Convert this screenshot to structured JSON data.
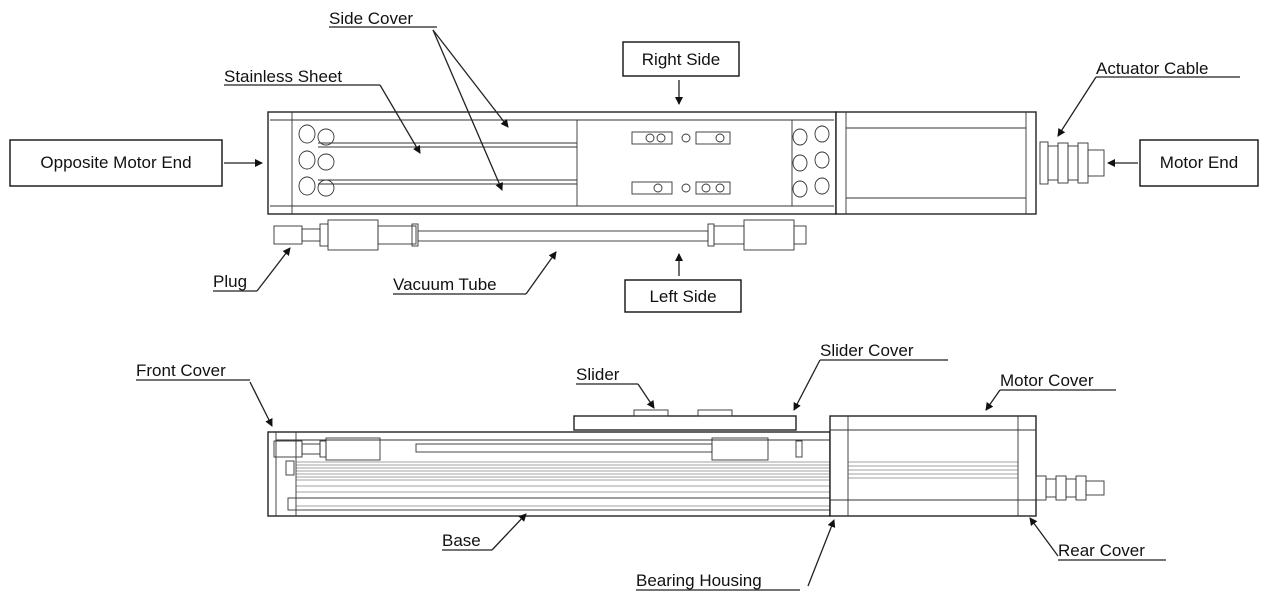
{
  "labels": {
    "side_cover": "Side Cover",
    "right_side": "Right Side",
    "actuator_cable": "Actuator Cable",
    "stainless_sheet": "Stainless Sheet",
    "opposite_motor_end": "Opposite Motor End",
    "motor_end": "Motor End",
    "plug": "Plug",
    "vacuum_tube": "Vacuum Tube",
    "left_side": "Left Side",
    "front_cover": "Front Cover",
    "slider": "Slider",
    "slider_cover": "Slider Cover",
    "motor_cover": "Motor Cover",
    "base": "Base",
    "bearing_housing": "Bearing Housing",
    "rear_cover": "Rear Cover"
  }
}
